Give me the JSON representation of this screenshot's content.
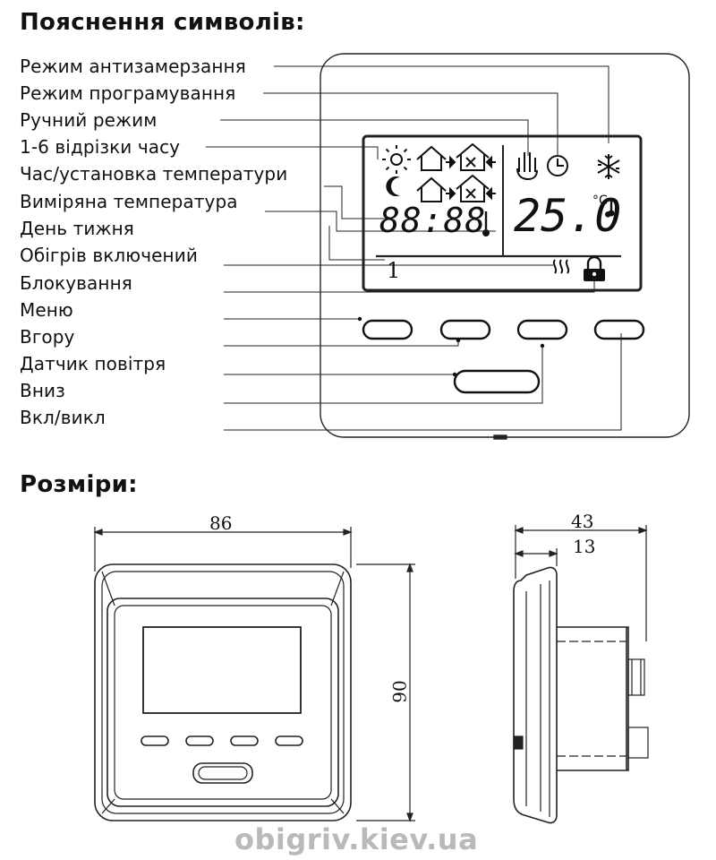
{
  "legend": {
    "heading": "Пояснення символів:",
    "items": [
      "Режим антизамерзання",
      "Режим програмування",
      "Ручний режим",
      "1-6 відрізки часу",
      "Час/установка температури",
      "Виміряна температура",
      "День тижня",
      "Обігрів включений",
      "Блокування",
      "Меню",
      "Вгору",
      "Датчик повітря",
      "Вниз",
      "Вкл/викл"
    ]
  },
  "display": {
    "clock": "88:88",
    "temperature": "25.0",
    "unit": "°C",
    "day": "1"
  },
  "dimensions": {
    "heading": "Розміри:",
    "width": "86",
    "height": "90",
    "depth": "43",
    "depth_inner": "13"
  },
  "watermark": "obigriv.kiev.ua"
}
